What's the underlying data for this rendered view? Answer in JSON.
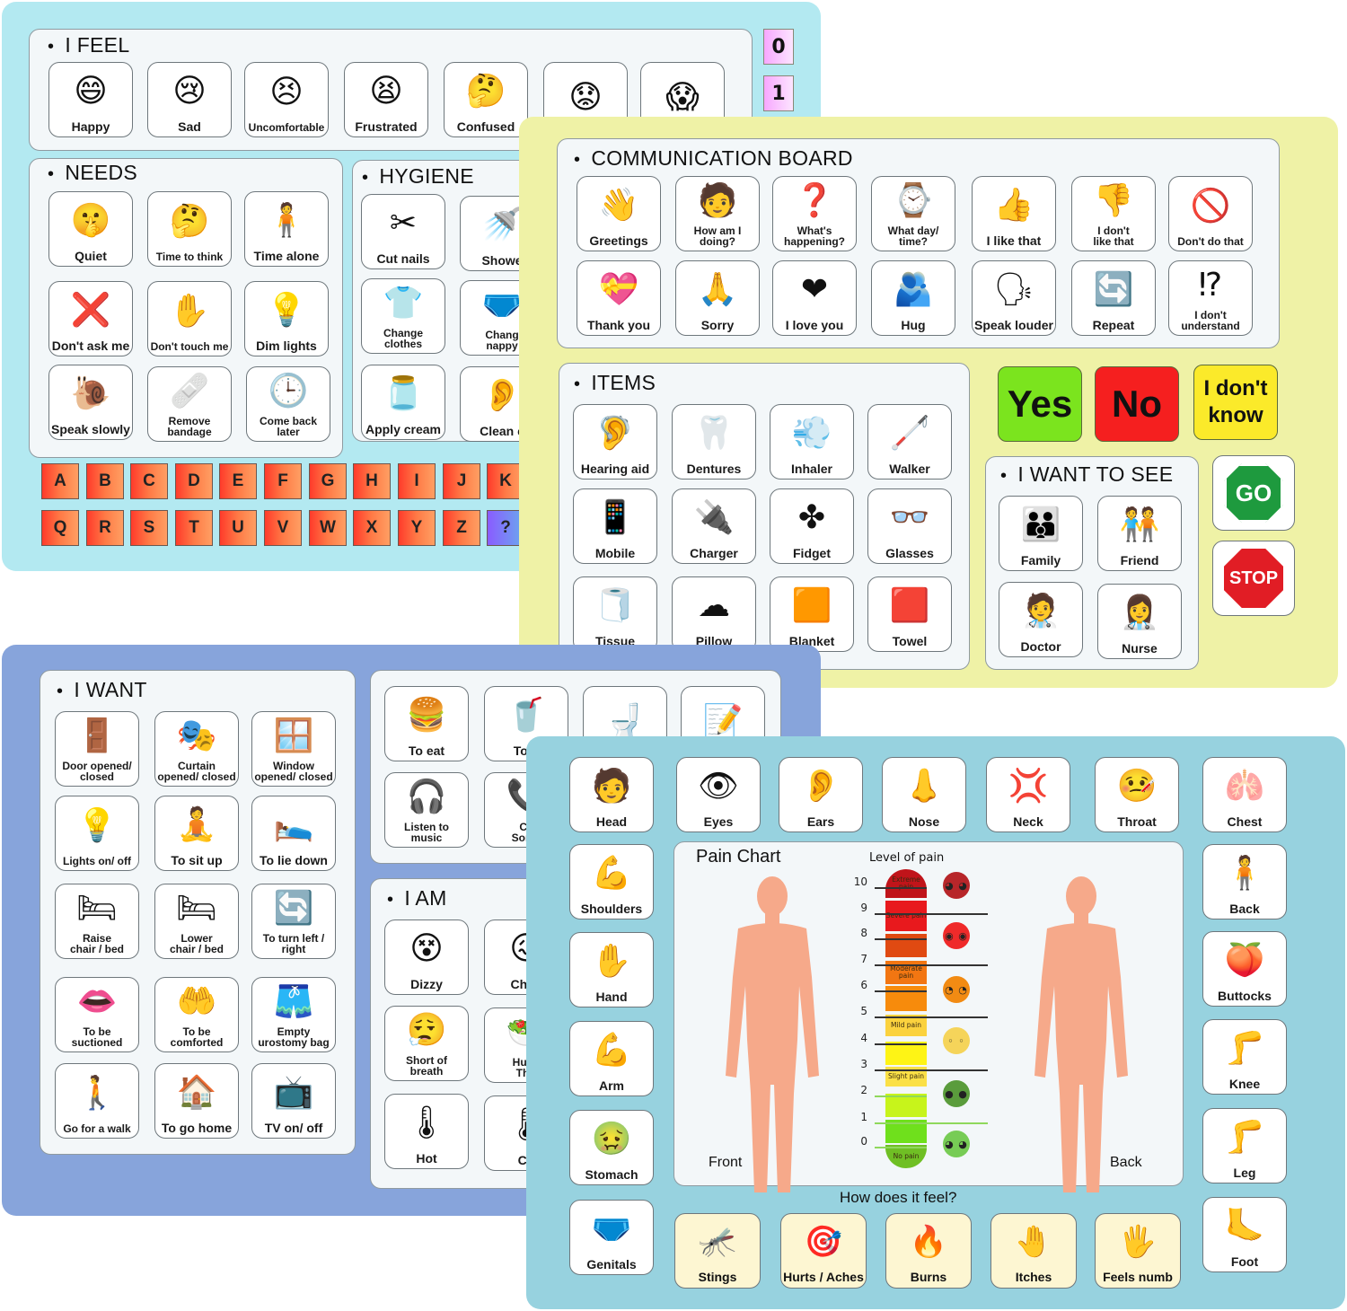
{
  "colors": {
    "board1_bg": "#b3e9f1",
    "board2_bg": "#eff2a6",
    "board3_bg": "#87a4db",
    "board4_bg": "#97d2df",
    "panel_bg": "#f3f7f9",
    "yes": "#7be41e",
    "no": "#f51f1f",
    "dont_know": "#fbea2a",
    "go": "#1e9a3e",
    "stop": "#e11d25"
  },
  "board1": {
    "i_feel": {
      "title": "I FEEL",
      "items": [
        {
          "label": "Happy",
          "icon": "happy-person-icon",
          "glyph": "😄"
        },
        {
          "label": "Sad",
          "icon": "sad-person-icon",
          "glyph": "😢"
        },
        {
          "label": "Uncomfortable",
          "icon": "uncomfortable-person-icon",
          "glyph": "😣"
        },
        {
          "label": "Frustrated",
          "icon": "frustrated-person-icon",
          "glyph": "😫"
        },
        {
          "label": "Confused",
          "icon": "confused-person-icon",
          "glyph": "🤔"
        },
        {
          "label": "",
          "icon": "scared-person-icon",
          "glyph": "😟"
        },
        {
          "label": "",
          "icon": "shocked-person-icon",
          "glyph": "😱"
        }
      ]
    },
    "numbers": [
      "0",
      "1"
    ],
    "needs": {
      "title": "NEEDS",
      "items": [
        {
          "label": "Quiet",
          "icon": "shush-icon",
          "glyph": "🤫"
        },
        {
          "label": "Time to think",
          "icon": "thinking-person-icon",
          "glyph": "🤔"
        },
        {
          "label": "Time alone",
          "icon": "sitting-alone-icon",
          "glyph": "🧍"
        },
        {
          "label": "Don't ask me",
          "icon": "no-speech-bubble-icon",
          "glyph": "❌"
        },
        {
          "label": "Don't touch me",
          "icon": "stop-hand-icon",
          "glyph": "✋"
        },
        {
          "label": "Dim lights",
          "icon": "lamp-icon",
          "glyph": "💡"
        },
        {
          "label": "Speak slowly",
          "icon": "snail-icon",
          "glyph": "🐌"
        },
        {
          "label": "Remove\nbandage",
          "icon": "bandage-icon",
          "glyph": "🩹"
        },
        {
          "label": "Come back\nlater",
          "icon": "clock-icon",
          "glyph": "🕒"
        }
      ]
    },
    "hygiene": {
      "title": "HYGIENE",
      "items": [
        {
          "label": "Cut nails",
          "icon": "nail-clipper-icon",
          "glyph": "✂"
        },
        {
          "label": "Showe",
          "icon": "shower-icon",
          "glyph": "🚿"
        },
        {
          "label": "Change\nclothes",
          "icon": "clothes-icon",
          "glyph": "👕"
        },
        {
          "label": "Chang\nnappy",
          "icon": "nappy-icon",
          "glyph": "🩲"
        },
        {
          "label": "Apply cream",
          "icon": "cream-jar-icon",
          "glyph": "🫙"
        },
        {
          "label": "Clean e",
          "icon": "ear-cleaning-icon",
          "glyph": "👂"
        }
      ]
    },
    "alphabet_row1": [
      "A",
      "B",
      "C",
      "D",
      "E",
      "F",
      "G",
      "H",
      "I",
      "J",
      "K"
    ],
    "alphabet_row2": [
      "Q",
      "R",
      "S",
      "T",
      "U",
      "V",
      "W",
      "X",
      "Y",
      "Z",
      "?"
    ]
  },
  "board2": {
    "communication": {
      "title": "COMMUNICATION BOARD",
      "items": [
        {
          "label": "Greetings",
          "icon": "waving-hand-icon",
          "glyph": "👋"
        },
        {
          "label": "How am I\ndoing?",
          "icon": "person-shrug-icon",
          "glyph": "🧑"
        },
        {
          "label": "What's\nhappening?",
          "icon": "question-mark-icon",
          "glyph": "❓"
        },
        {
          "label": "What day/\ntime?",
          "icon": "wristwatch-icon",
          "glyph": "⌚"
        },
        {
          "label": "I like that",
          "icon": "thumbs-up-icon",
          "glyph": "👍"
        },
        {
          "label": "I don't\nlike that",
          "icon": "thumbs-down-icon",
          "glyph": "👎"
        },
        {
          "label": "Don't do that",
          "icon": "prohibited-icon",
          "glyph": "🚫"
        },
        {
          "label": "Thank you",
          "icon": "heart-hand-icon",
          "glyph": "💝"
        },
        {
          "label": "Sorry",
          "icon": "sorry-sign-icon",
          "glyph": "🙏"
        },
        {
          "label": "I love you",
          "icon": "heart-icon",
          "glyph": "❤"
        },
        {
          "label": "Hug",
          "icon": "hug-heart-icon",
          "glyph": "🫂"
        },
        {
          "label": "Speak louder",
          "icon": "listening-person-icon",
          "glyph": "🗣"
        },
        {
          "label": "Repeat",
          "icon": "repeat-info-icon",
          "glyph": "🔄"
        },
        {
          "label": "I don't\nunderstand",
          "icon": "confused-bubbles-icon",
          "glyph": "⁉"
        }
      ]
    },
    "items": {
      "title": "ITEMS",
      "items": [
        {
          "label": "Hearing aid",
          "icon": "hearing-aid-icon",
          "glyph": "🦻"
        },
        {
          "label": "Dentures",
          "icon": "dentures-icon",
          "glyph": "🦷"
        },
        {
          "label": "Inhaler",
          "icon": "inhaler-icon",
          "glyph": "💨"
        },
        {
          "label": "Walker",
          "icon": "walker-icon",
          "glyph": "🦯"
        },
        {
          "label": "Mobile",
          "icon": "mobile-phone-icon",
          "glyph": "📱"
        },
        {
          "label": "Charger",
          "icon": "charger-icon",
          "glyph": "🔌"
        },
        {
          "label": "Fidget",
          "icon": "fidget-spinner-icon",
          "glyph": "✤"
        },
        {
          "label": "Glasses",
          "icon": "glasses-icon",
          "glyph": "👓"
        },
        {
          "label": "Tissue",
          "icon": "tissue-box-icon",
          "glyph": "🧻"
        },
        {
          "label": "Pillow",
          "icon": "pillow-icon",
          "glyph": "☁"
        },
        {
          "label": "Blanket",
          "icon": "blanket-icon",
          "glyph": "🟧"
        },
        {
          "label": "Towel",
          "icon": "towel-icon",
          "glyph": "🟥"
        }
      ]
    },
    "answers": {
      "yes": "Yes",
      "no": "No",
      "dont_know": "I don't\nknow"
    },
    "i_want_to_see": {
      "title": "I WANT TO SEE",
      "items": [
        {
          "label": "Family",
          "icon": "family-icon",
          "glyph": "👪"
        },
        {
          "label": "Friend",
          "icon": "friends-icon",
          "glyph": "🧑‍🤝‍🧑"
        },
        {
          "label": "Doctor",
          "icon": "doctor-icon",
          "glyph": "🧑‍⚕️"
        },
        {
          "label": "Nurse",
          "icon": "nurse-icon",
          "glyph": "👩‍⚕️"
        }
      ]
    },
    "signs": {
      "go": "GO",
      "stop": "STOP"
    }
  },
  "board3": {
    "i_want": {
      "title": "I WANT",
      "items": [
        {
          "label": "Door opened/\nclosed",
          "icon": "door-icon",
          "glyph": "🚪"
        },
        {
          "label": "Curtain\nopened/ closed",
          "icon": "curtain-icon",
          "glyph": "🎭"
        },
        {
          "label": "Window\nopened/ closed",
          "icon": "window-icon",
          "glyph": "🪟"
        },
        {
          "label": "Lights on/ off",
          "icon": "light-bulb-icon",
          "glyph": "💡"
        },
        {
          "label": "To sit up",
          "icon": "sit-up-icon",
          "glyph": "🧘"
        },
        {
          "label": "To lie down",
          "icon": "lie-down-icon",
          "glyph": "🛌"
        },
        {
          "label": "Raise\nchair / bed",
          "icon": "raise-bed-icon",
          "glyph": "🛏"
        },
        {
          "label": "Lower\nchair / bed",
          "icon": "lower-bed-icon",
          "glyph": "🛏"
        },
        {
          "label": "To turn left /\nright",
          "icon": "turn-in-bed-icon",
          "glyph": "🔄"
        },
        {
          "label": "To be\nsuctioned",
          "icon": "suction-mouth-icon",
          "glyph": "👄"
        },
        {
          "label": "To be\ncomforted",
          "icon": "comforting-hands-icon",
          "glyph": "🤲"
        },
        {
          "label": "Empty\nurostomy bag",
          "icon": "urostomy-bag-icon",
          "glyph": "🩳"
        },
        {
          "label": "Go for a walk",
          "icon": "walking-legs-icon",
          "glyph": "🚶"
        },
        {
          "label": "To go home",
          "icon": "house-icon",
          "glyph": "🏠"
        },
        {
          "label": "TV on/ off",
          "icon": "tv-icon",
          "glyph": "📺"
        }
      ]
    },
    "activities": {
      "items": [
        {
          "label": "To eat",
          "icon": "eating-icon",
          "glyph": "🍔"
        },
        {
          "label": "To d",
          "icon": "drinking-icon",
          "glyph": "🥤"
        },
        {
          "label": "",
          "icon": "toilet-icon",
          "glyph": "🚽"
        },
        {
          "label": "",
          "icon": "writing-notebook-icon",
          "glyph": "📝"
        },
        {
          "label": "Listen to\nmusic",
          "icon": "headphones-icon",
          "glyph": "🎧"
        },
        {
          "label": "Ca\nSome",
          "icon": "phone-call-icon",
          "glyph": "📞"
        }
      ]
    },
    "i_am": {
      "title": "I AM",
      "items": [
        {
          "label": "Dizzy",
          "icon": "dizzy-person-icon",
          "glyph": "😵"
        },
        {
          "label": "Chok",
          "icon": "choking-person-icon",
          "glyph": "😖"
        },
        {
          "label": "Short of\nbreath",
          "icon": "breathless-person-icon",
          "glyph": "😮‍💨"
        },
        {
          "label": "Hung\nThir",
          "icon": "food-bowl-icon",
          "glyph": "🥗"
        },
        {
          "label": "Hot",
          "icon": "hot-thermometer-icon",
          "glyph": "🌡"
        },
        {
          "label": "Co",
          "icon": "cold-thermometer-icon",
          "glyph": "🌡"
        }
      ]
    }
  },
  "board4": {
    "top_row": [
      {
        "label": "Head",
        "icon": "head-icon",
        "glyph": "🧑"
      },
      {
        "label": "Eyes",
        "icon": "red-eye-icon",
        "glyph": "👁"
      },
      {
        "label": "Ears",
        "icon": "ear-pain-icon",
        "glyph": "👂"
      },
      {
        "label": "Nose",
        "icon": "nose-icon",
        "glyph": "👃"
      },
      {
        "label": "Neck",
        "icon": "neck-pain-icon",
        "glyph": "💢"
      },
      {
        "label": "Throat",
        "icon": "sore-throat-icon",
        "glyph": "🤒"
      },
      {
        "label": "Chest",
        "icon": "chest-pain-icon",
        "glyph": "🫁"
      }
    ],
    "left_col": [
      {
        "label": "Shoulders",
        "icon": "shoulders-icon",
        "glyph": "💪"
      },
      {
        "label": "Hand",
        "icon": "hand-pain-icon",
        "glyph": "✋"
      },
      {
        "label": "Arm",
        "icon": "arm-pain-icon",
        "glyph": "💪"
      },
      {
        "label": "Stomach",
        "icon": "stomach-pain-icon",
        "glyph": "🤢"
      },
      {
        "label": "Genitals",
        "icon": "genitals-icon",
        "glyph": "🩲"
      }
    ],
    "right_col": [
      {
        "label": "Back",
        "icon": "back-pain-icon",
        "glyph": "🧍"
      },
      {
        "label": "Buttocks",
        "icon": "buttocks-icon",
        "glyph": "🍑"
      },
      {
        "label": "Knee",
        "icon": "knee-pain-icon",
        "glyph": "🦵"
      },
      {
        "label": "Leg",
        "icon": "leg-pain-icon",
        "glyph": "🦵"
      },
      {
        "label": "Foot",
        "icon": "foot-pain-icon",
        "glyph": "🦶"
      }
    ],
    "pain_chart": {
      "title": "Pain Chart",
      "scale_title": "Level of pain",
      "front_label": "Front",
      "back_label": "Back",
      "levels": [
        "10",
        "9",
        "8",
        "7",
        "6",
        "5",
        "4",
        "3",
        "2",
        "1",
        "0"
      ],
      "bands": [
        {
          "label": "Extreme pain",
          "color": "#c0141a"
        },
        {
          "label": "Severe pain",
          "color": "#e8191d"
        },
        {
          "label": "",
          "color": "#e04a12"
        },
        {
          "label": "Moderate pain",
          "color": "#f27612"
        },
        {
          "label": "",
          "color": "#f78b0c"
        },
        {
          "label": "Mild pain",
          "color": "#fbd23e"
        },
        {
          "label": "",
          "color": "#fef415"
        },
        {
          "label": "Slight pain",
          "color": "#fbe046"
        },
        {
          "label": "",
          "color": "#c7f41b"
        },
        {
          "label": "",
          "color": "#6fe01c"
        },
        {
          "label": "No pain",
          "color": "#6fbf24"
        }
      ],
      "faces": [
        {
          "color": "#b7262a",
          "expr": "◕ ◕"
        },
        {
          "color": "#ef2a2a",
          "expr": "◉ ◉"
        },
        {
          "color": "#f28b13",
          "expr": "◔ ◔"
        },
        {
          "color": "#f5d45a",
          "expr": "◦ ◦"
        },
        {
          "color": "#5a9c3c",
          "expr": "● ●"
        },
        {
          "color": "#77cc55",
          "expr": "◕ ◕"
        }
      ]
    },
    "how_does_it_feel": {
      "title": "How does it feel?",
      "items": [
        {
          "label": "Stings",
          "icon": "sting-icon",
          "glyph": "🦟"
        },
        {
          "label": "Hurts / Aches",
          "icon": "target-pain-icon",
          "glyph": "🎯"
        },
        {
          "label": "Burns",
          "icon": "burn-icon",
          "glyph": "🔥"
        },
        {
          "label": "Itches",
          "icon": "itchy-hands-icon",
          "glyph": "🤚"
        },
        {
          "label": "Feels numb",
          "icon": "numb-hand-icon",
          "glyph": "🖐"
        }
      ]
    }
  }
}
